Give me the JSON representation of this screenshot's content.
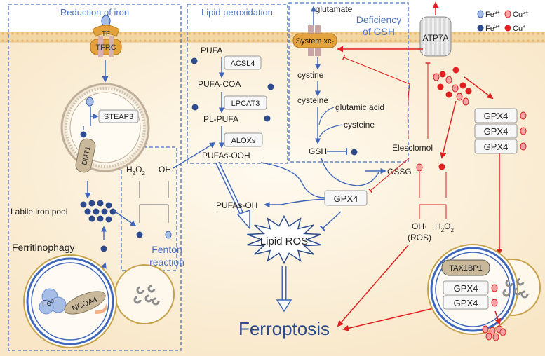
{
  "boxes": {
    "reduction": "Reduction of iron",
    "lipid": "Lipid peroxidation",
    "gsh_line1": "Deficiency",
    "gsh_line2": "of GSH"
  },
  "iron_pathway": {
    "tf": "TF",
    "tfrc": "TFRC",
    "steap3": "STEAP3",
    "dmt1": "DMT1",
    "labile_pool": "Labile iron pool",
    "ferritinophagy": "Ferritinophagy",
    "fe3": "Fe",
    "fe3_sup": "3+",
    "ncoa4": "NCOA4"
  },
  "fenton": {
    "h2o2": "H",
    "h2o2_sub": "2",
    "h2o2_o": "O",
    "h2o2_sub2": "2",
    "oh": "OH·",
    "line1": "Fenton",
    "line2": "reaction"
  },
  "lipid_pathway": {
    "pufa": "PUFA",
    "acsl4": "ACSL4",
    "pufa_coa": "PUFA-COA",
    "lpcat3": "LPCAT3",
    "pl_pufa": "PL-PUFA",
    "aloxs": "ALOXs",
    "pufas_ooh": "PUFAs-OOH",
    "pufas_oh": "PUFAs-OH",
    "lipid_ros": "Lipid ROS",
    "ferroptosis": "Ferroptosis"
  },
  "gsh_pathway": {
    "glutamate": "glutamate",
    "system_xc": "System xc-",
    "cystine": "cystine",
    "cysteine": "cysteine",
    "glutamic_acid": "glutamic acid",
    "cysteine2": "cysteine",
    "gsh": "GSH",
    "gssg": "GSSG",
    "gpx4": "GPX4"
  },
  "copper_pathway": {
    "atp7a": "ATP7A",
    "elesclomol": "Elesclomol",
    "gpx4_list": [
      "GPX4",
      "GPX4",
      "GPX4"
    ],
    "oh": "OH·",
    "ros": "(ROS)",
    "h2o2": "H",
    "h2o2_sub": "2",
    "h2o2_o": "O",
    "h2o2_sub2": "2",
    "tax1bp1": "TAX1BP1",
    "gpx4_auto": [
      "GPX4",
      "GPX4"
    ]
  },
  "legend": {
    "fe3": "Fe",
    "fe3_sup": "3+",
    "cu2": "Cu",
    "cu2_sup": "2+",
    "fe2": "Fe",
    "fe2_sup": "2+",
    "cu1": "Cu",
    "cu1_sup": "+"
  },
  "colors": {
    "blue": "#4a72c4",
    "dark_blue": "#2c4a8c",
    "red": "#e02020",
    "membrane": "#f3d9a8",
    "cell": "#fdf3e2",
    "orange": "#e4a23c"
  }
}
